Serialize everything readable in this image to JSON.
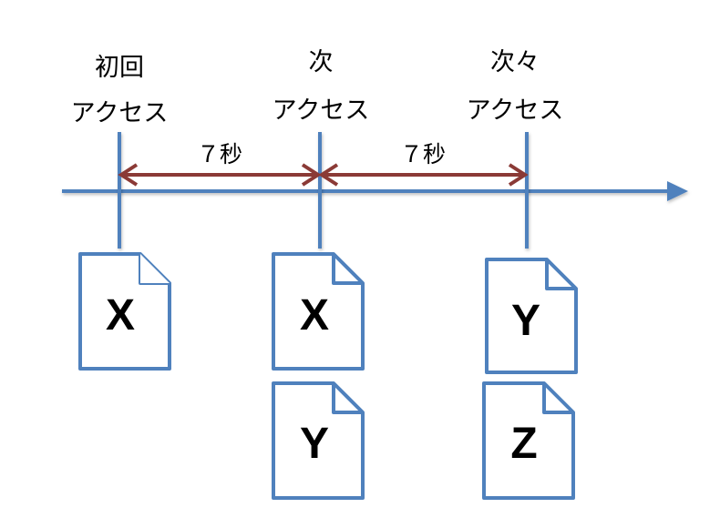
{
  "diagram": {
    "title": "",
    "colors": {
      "timeline": "#4f81bd",
      "interval_arrow": "#8b3a36",
      "document_border": "#4f81bd",
      "text": "#000000"
    },
    "events": [
      {
        "label_line1": "初回",
        "label_line2": "アクセス",
        "documents": [
          "X"
        ]
      },
      {
        "label_line1": "次",
        "label_line2": "アクセス",
        "documents": [
          "X",
          "Y"
        ]
      },
      {
        "label_line1": "次々",
        "label_line2": "アクセス",
        "documents": [
          "Y",
          "Z"
        ]
      }
    ],
    "intervals": [
      {
        "label": "７秒"
      },
      {
        "label": "７秒"
      }
    ]
  }
}
